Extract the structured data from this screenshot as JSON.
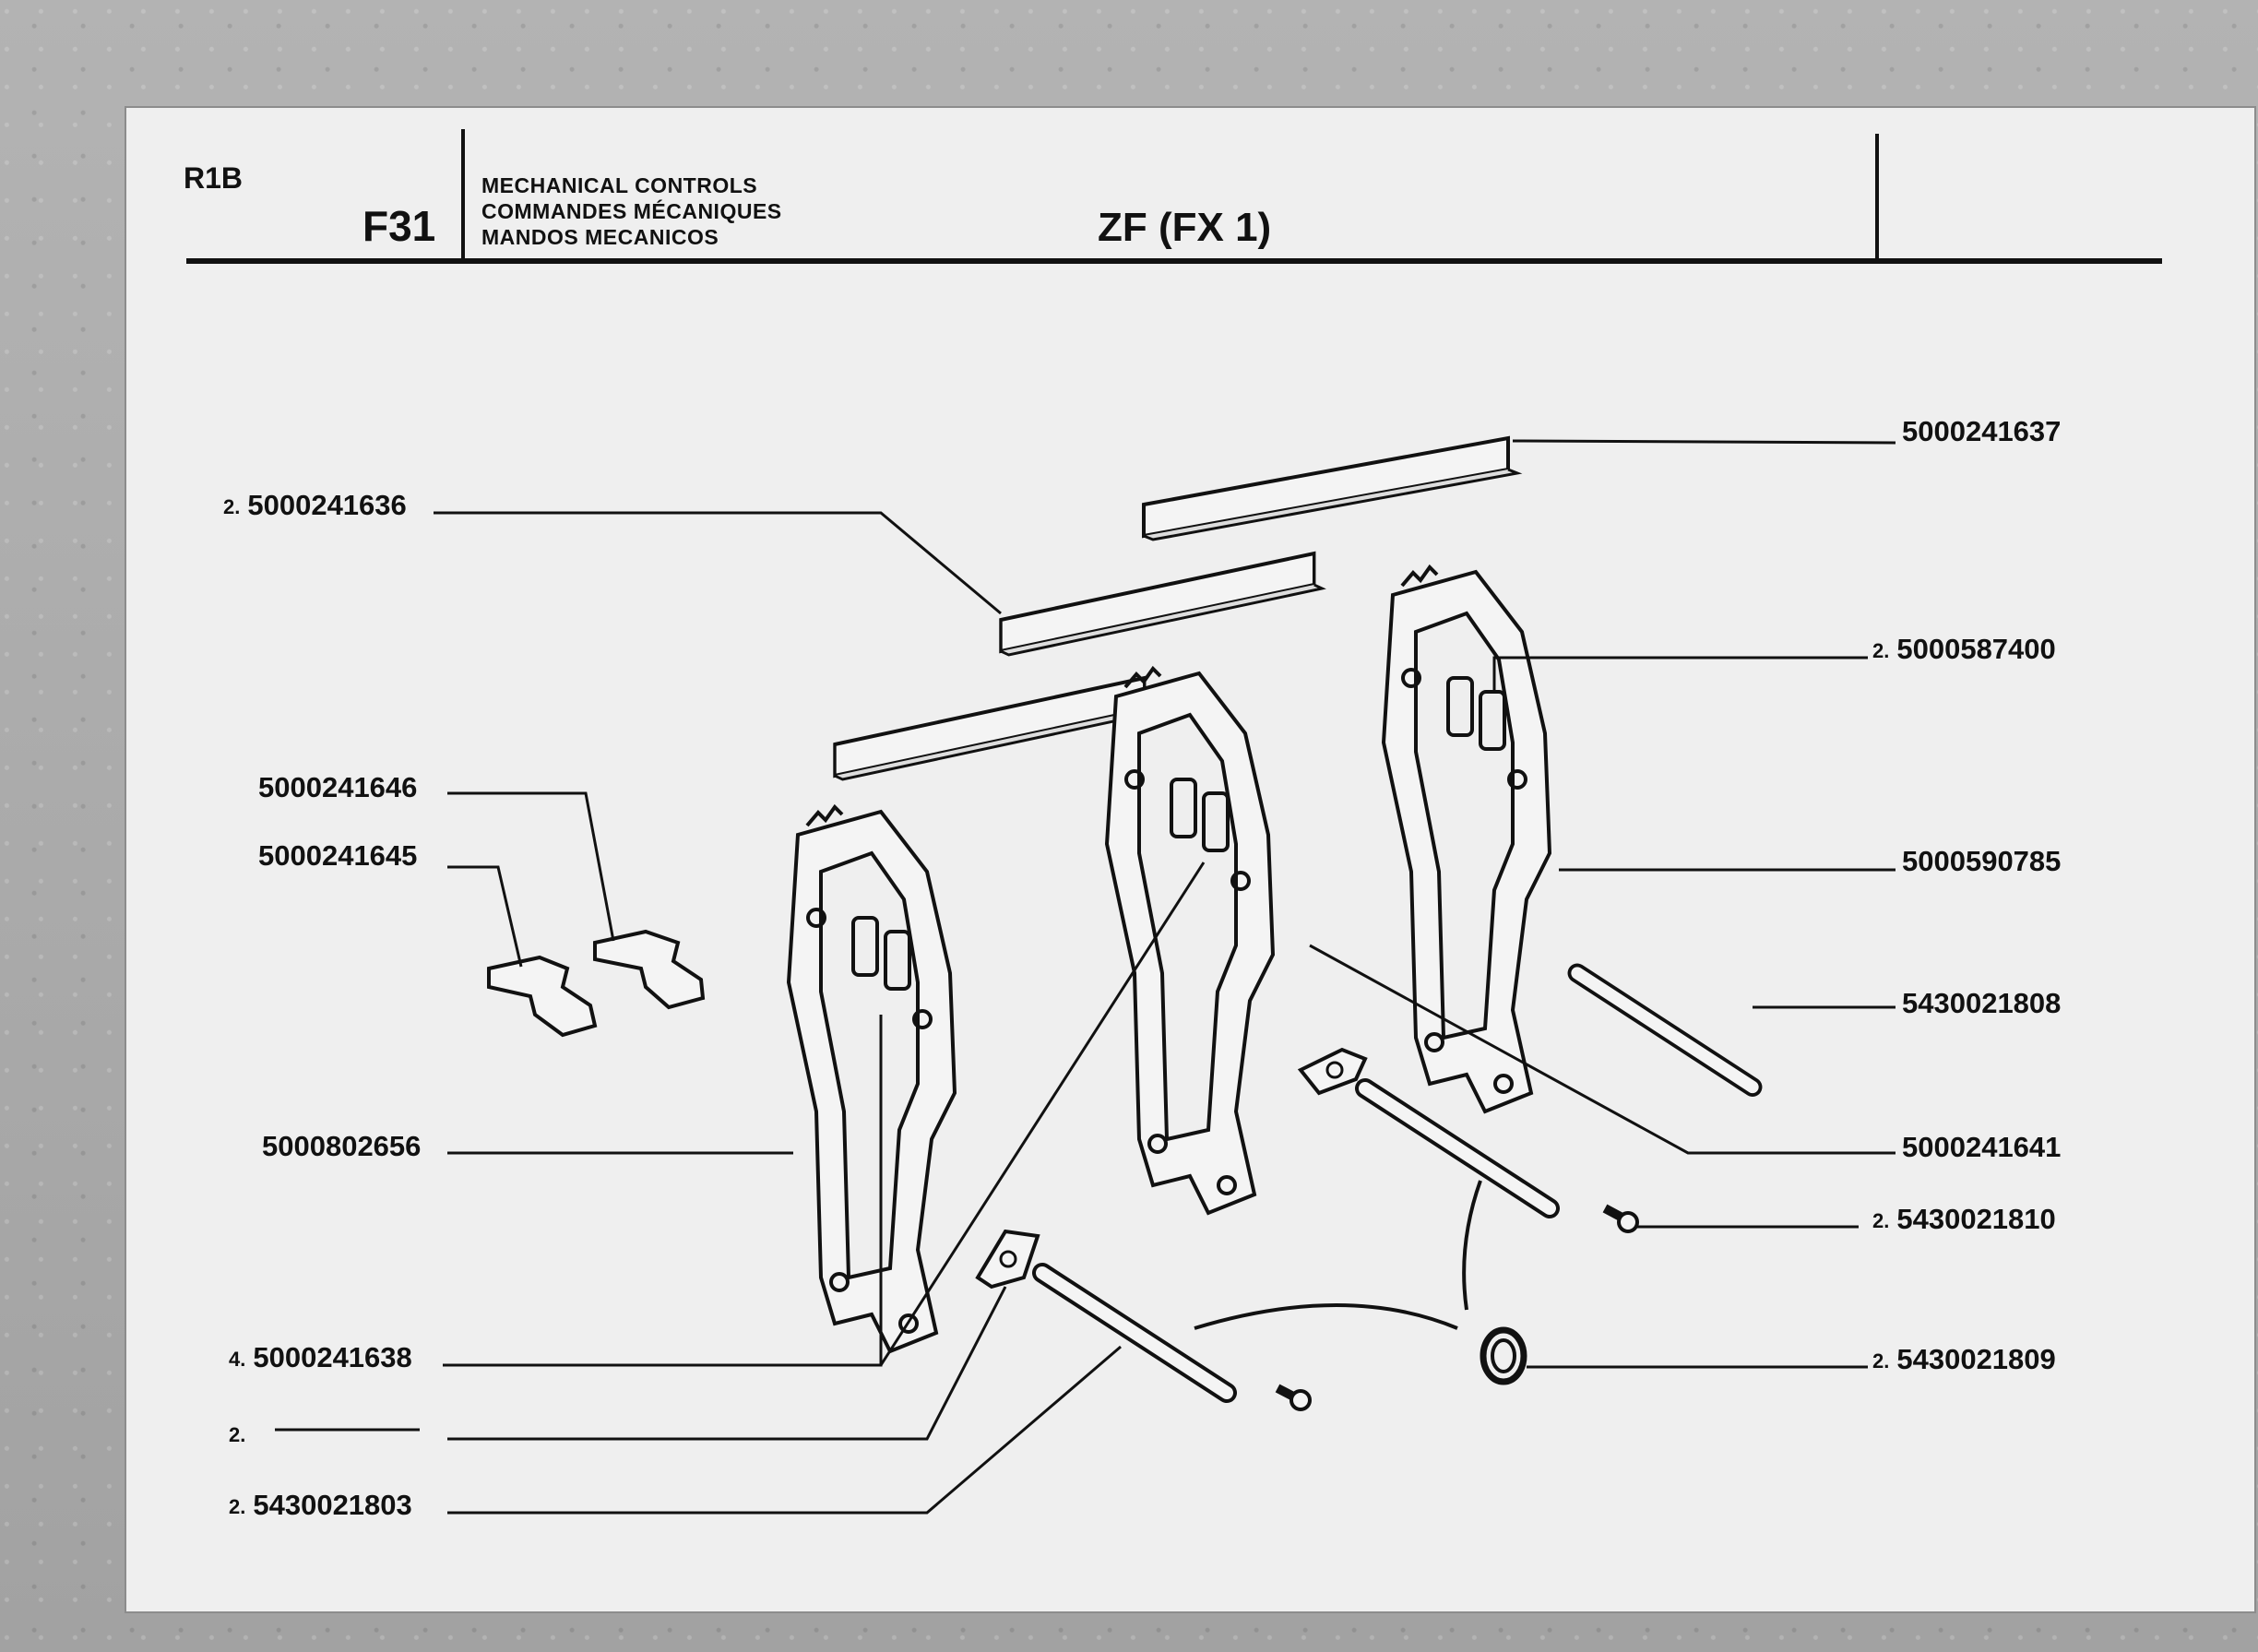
{
  "header": {
    "model_code": "R1B",
    "page_code": "F31",
    "section_titles": [
      "MECHANICAL CONTROLS",
      "COMMANDES MÉCANIQUES",
      "MANDOS MECANICOS"
    ],
    "assembly_title": "ZF (FX 1)"
  },
  "parts_left": [
    {
      "qty": "2.",
      "number": "5000241636"
    },
    {
      "qty": "",
      "number": "5000241646"
    },
    {
      "qty": "",
      "number": "5000241645"
    },
    {
      "qty": "",
      "number": "5000802656"
    },
    {
      "qty": "4.",
      "number": "5000241638"
    },
    {
      "qty": "2.",
      "number": ""
    },
    {
      "qty": "2.",
      "number": "5430021803"
    }
  ],
  "parts_right": [
    {
      "qty": "",
      "number": "5000241637"
    },
    {
      "qty": "2.",
      "number": "5000587400"
    },
    {
      "qty": "",
      "number": "5000590785"
    },
    {
      "qty": "",
      "number": "5430021808"
    },
    {
      "qty": "",
      "number": "5000241641"
    },
    {
      "qty": "2.",
      "number": "5430021810"
    },
    {
      "qty": "2.",
      "number": "5430021809"
    }
  ],
  "colors": {
    "ink": "#111111",
    "paper": "#efefef",
    "part_fill": "#f4f4f4"
  }
}
